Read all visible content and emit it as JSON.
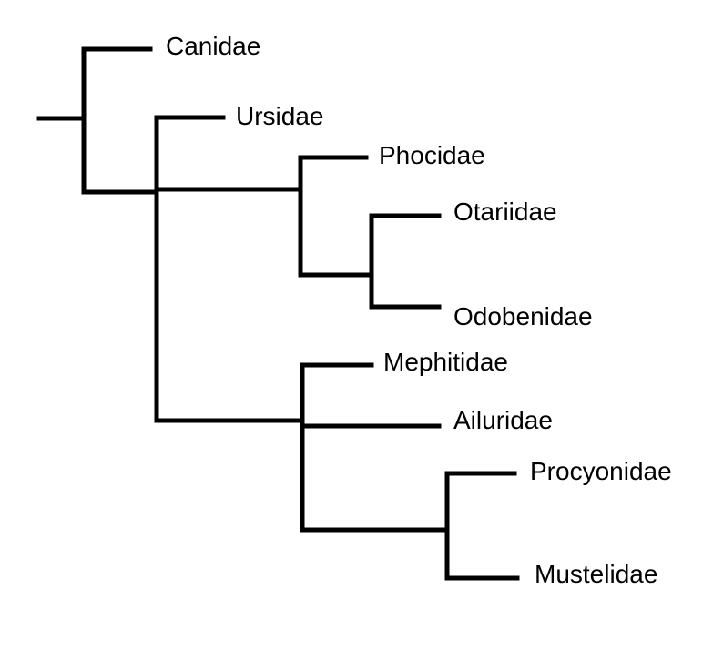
{
  "taxa": {
    "canidae": "Canidae",
    "ursidae": "Ursidae",
    "phocidae": "Phocidae",
    "otariidae": "Otariidae",
    "odobenidae": "Odobenidae",
    "mephitidae": "Mephitidae",
    "ailuridae": "Ailuridae",
    "procyonidae": "Procyonidae",
    "mustelidae": "Mustelidae"
  },
  "colors": {
    "line": "#000000",
    "background": "#ffffff",
    "text": "#000000"
  }
}
